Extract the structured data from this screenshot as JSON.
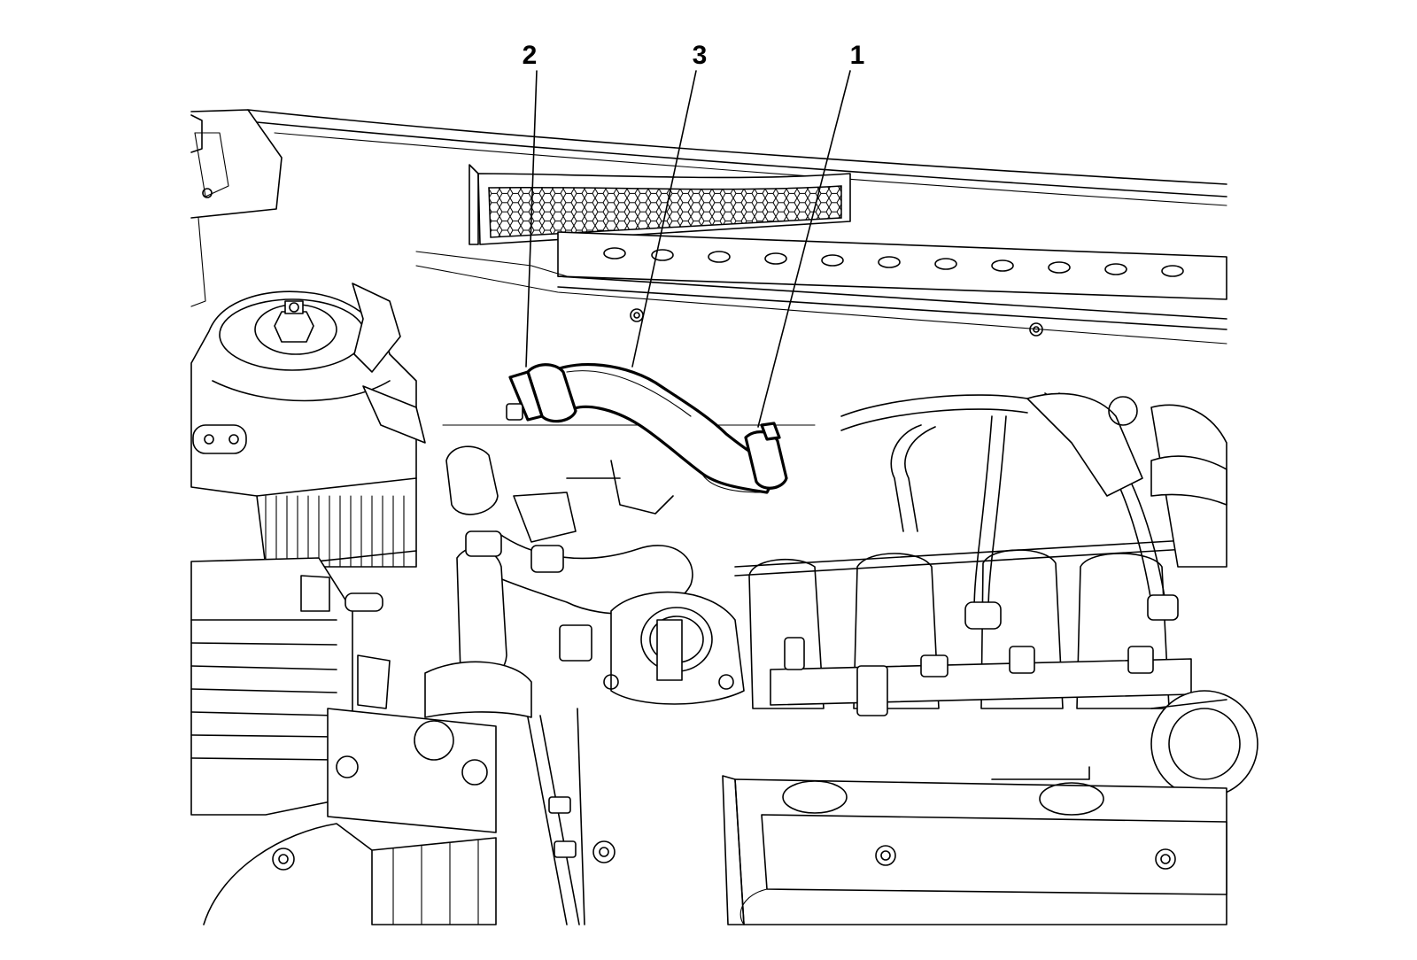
{
  "callouts": [
    {
      "id": "2",
      "text": "2"
    },
    {
      "id": "3",
      "text": "3"
    },
    {
      "id": "1",
      "text": "1"
    }
  ],
  "colors": {
    "line": "#000000",
    "background": "#ffffff"
  },
  "icons": [
    "engine-bay-illustration",
    "heater-hose",
    "hose-clamp",
    "cowl-grille",
    "strut-tower",
    "intake-manifold",
    "fuel-rail",
    "engine-cover",
    "throttle-body"
  ]
}
